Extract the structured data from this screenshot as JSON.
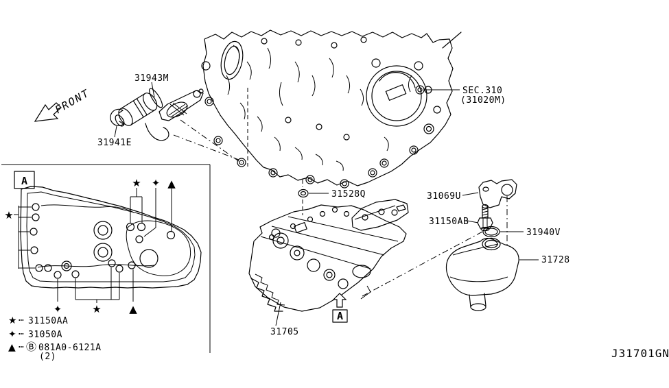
{
  "title_code": "J31701GN",
  "front_label": "FRONT",
  "section_ref": {
    "line1": "SEC.310",
    "line2": "(31020M)"
  },
  "parts": {
    "solenoid_assy": "31943M",
    "clip": "31941E",
    "oring_small": "31528Q",
    "bracket": "31069U",
    "bolt": "31150AB",
    "oring_large": "31940V",
    "strainer": "31728",
    "control_valve": "31705"
  },
  "detail_marker": "A",
  "detail_symbols": {
    "star": "★",
    "diamond": "✦",
    "triangle": "▲"
  },
  "legend": {
    "dots": "⋯",
    "items": [
      {
        "symbol": "★",
        "prefix": "",
        "code": "31150AA",
        "qty": ""
      },
      {
        "symbol": "✦",
        "prefix": "",
        "code": "31050A",
        "qty": ""
      },
      {
        "symbol": "▲",
        "prefix": "Ⓑ",
        "code": "081A0-6121A",
        "qty": "(2)"
      }
    ]
  }
}
